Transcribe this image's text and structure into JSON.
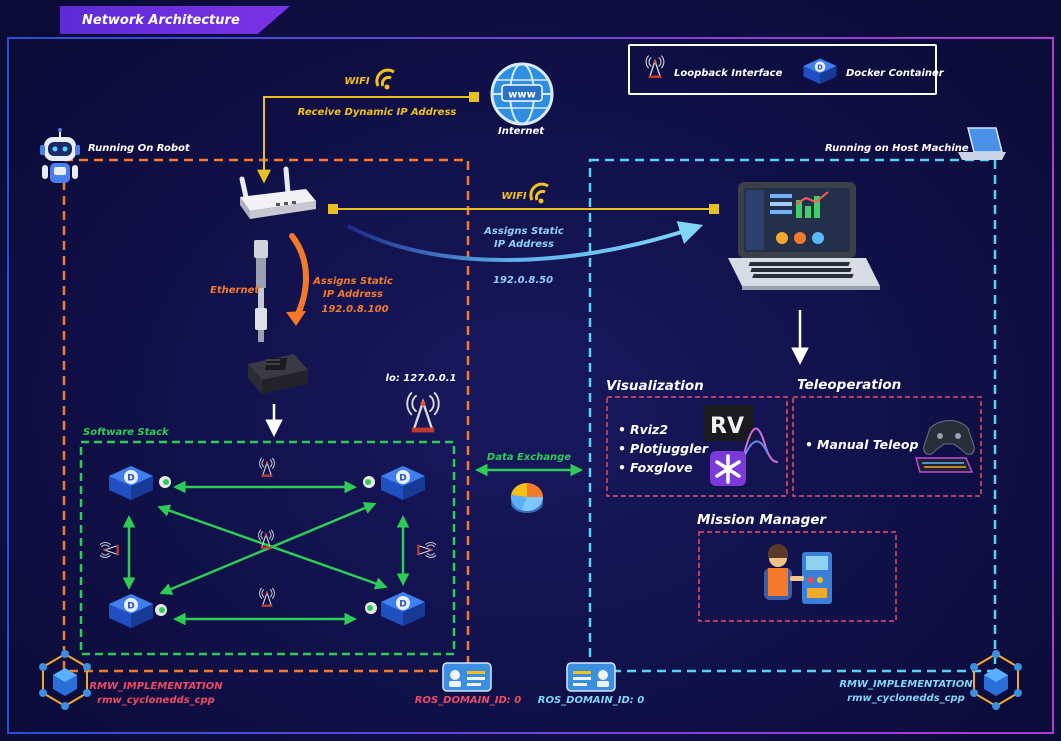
{
  "title": "Network Architecture",
  "legend": {
    "loopback_label": "Loopback Interface",
    "docker_label": "Docker Container"
  },
  "internet": {
    "label": "Internet"
  },
  "top_link": {
    "wifi_label": "WIFI",
    "subtitle": "Receive Dynamic IP Address"
  },
  "robot": {
    "label": "Running On Robot"
  },
  "host": {
    "label": "Running on Host Machine"
  },
  "host_link": {
    "wifi_label": "WIFI",
    "assign_label": "Assigns Static\nIP Address",
    "ip": "192.0.8.50"
  },
  "ethernet": {
    "label": "Ethernet",
    "assign_label": "Assigns Static\nIP Address",
    "ip": "192.0.8.100"
  },
  "loopback": {
    "label": "lo: 127.0.0.1"
  },
  "software_stack": {
    "label": "Software Stack"
  },
  "data_exchange": {
    "label": "Data Exchange"
  },
  "visualization": {
    "title": "Visualization",
    "items": [
      "Rviz2",
      "Plotjuggler",
      "Foxglove"
    ]
  },
  "teleoperation": {
    "title": "Teleoperation",
    "items": [
      "Manual Teleop"
    ]
  },
  "mission_manager": {
    "title": "Mission Manager"
  },
  "rmw_left": {
    "line1": "RMW_IMPLEMENTATION",
    "line2": "rmw_cyclonedds_cpp"
  },
  "rmw_right": {
    "line1": "RMW_IMPLEMENTATION",
    "line2": "rmw_cyclonedds_cpp"
  },
  "domain_left": {
    "label": "ROS_DOMAIN_ID: 0"
  },
  "domain_right": {
    "label": "ROS_DOMAIN_ID: 0"
  },
  "colors": {
    "robot_border": "#f47a2a",
    "host_border": "#5ad0f5",
    "stack_border": "#2ecc55",
    "section_border": "#ef4a64",
    "wire": "#e8c021",
    "accent": "#7a32e6"
  }
}
